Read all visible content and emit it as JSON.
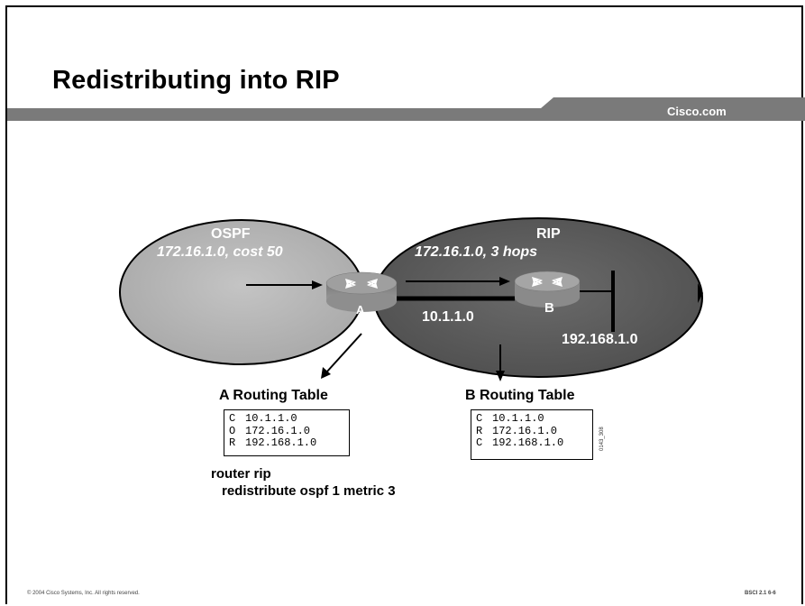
{
  "slide": {
    "title": "Redistributing into RIP",
    "brand": "Cisco.com",
    "copyright": "© 2004 Cisco Systems, Inc. All rights reserved.",
    "course": "BSCI 2.1    6-6",
    "figure_id": "0143_308"
  },
  "ospf": {
    "name": "OSPF",
    "route": "172.16.1.0, cost 50"
  },
  "rip": {
    "name": "RIP",
    "route": "172.16.1.0, 3 hops"
  },
  "routers": {
    "a": "A",
    "b": "B"
  },
  "links": {
    "ab_network": "10.1.1.0",
    "b_lan": "192.168.1.0"
  },
  "table_a": {
    "title": "A Routing Table",
    "rows": [
      {
        "code": "C",
        "net": "10.1.1.0"
      },
      {
        "code": "O",
        "net": "172.16.1.0"
      },
      {
        "code": "R",
        "net": "192.168.1.0"
      }
    ]
  },
  "table_b": {
    "title": "B Routing Table",
    "rows": [
      {
        "code": "C",
        "net": "10.1.1.0"
      },
      {
        "code": "R",
        "net": "172.16.1.0"
      },
      {
        "code": "C",
        "net": "192.168.1.0"
      }
    ]
  },
  "config": {
    "line1": "router rip",
    "line2": "redistribute ospf 1 metric 3"
  },
  "colors": {
    "ospf_fill": "#b3b3b3",
    "rip_fill": "#5e5e5e",
    "header_bar": "#7a7a7a",
    "router": "#8a8a8a"
  }
}
